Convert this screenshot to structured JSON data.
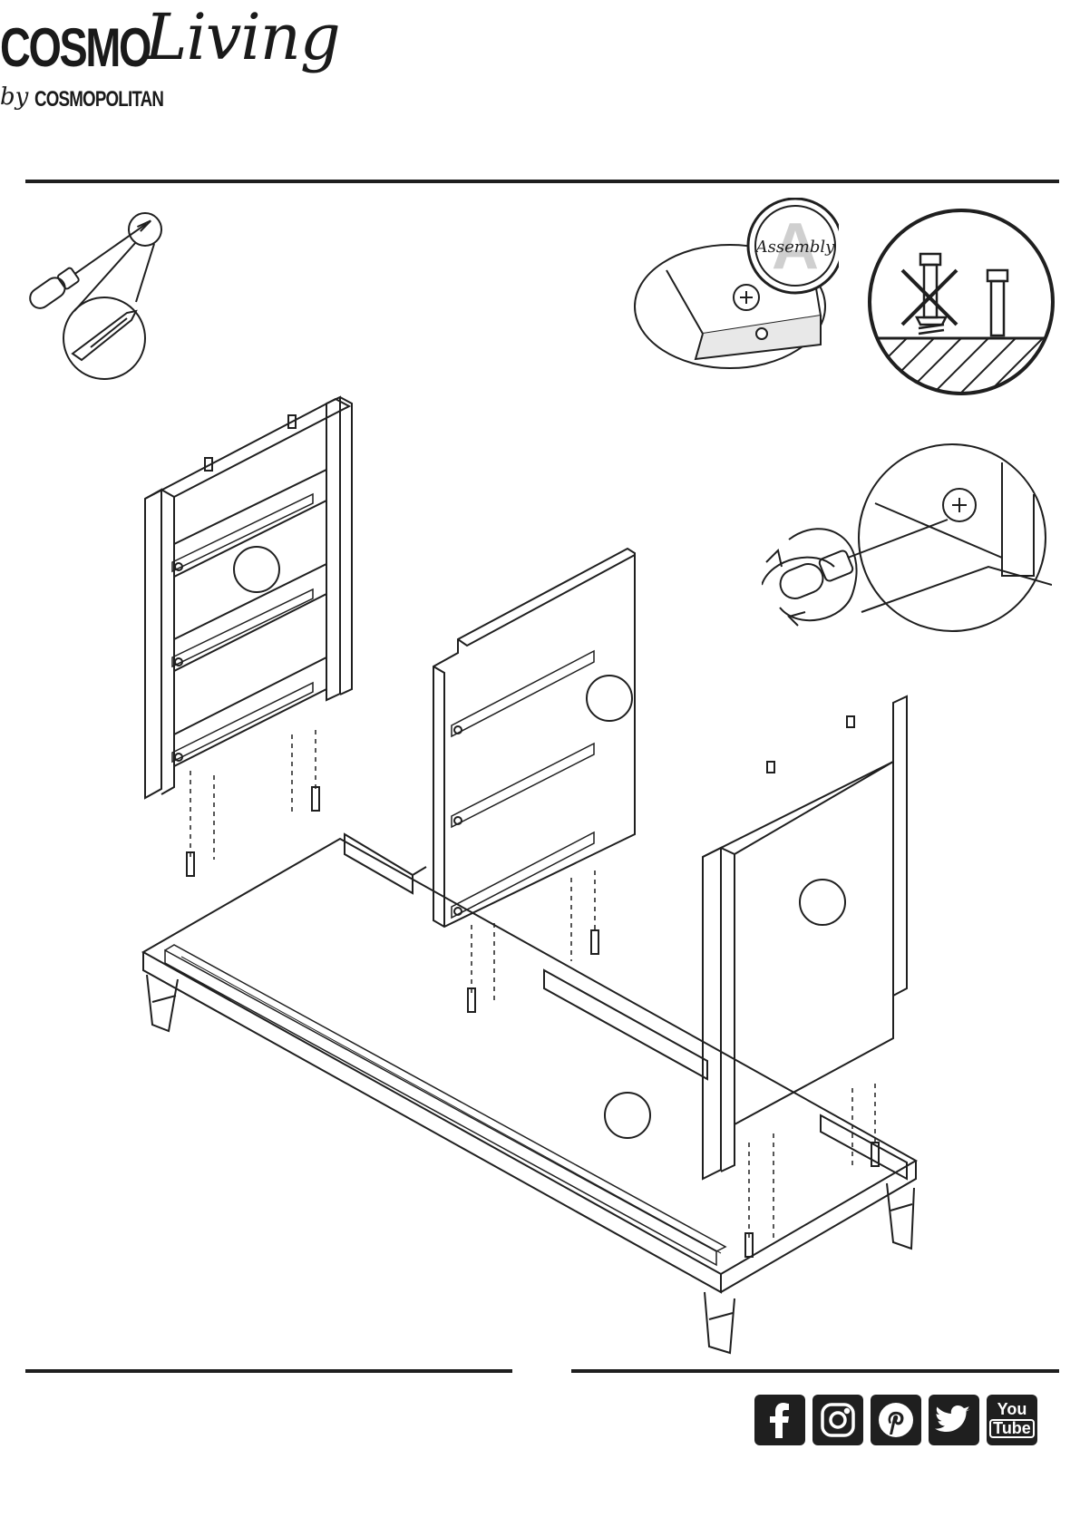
{
  "brand": {
    "name_main": "COSMO",
    "name_script": "Living",
    "by": "by",
    "publisher": "COSMOPOLITAN"
  },
  "stamp": {
    "text": "Assembly",
    "letter": "A"
  },
  "icons": {
    "tool": "phillips-screwdriver-icon",
    "hole": "pre-drilled-hole-icon",
    "warning": "do-not-overtighten-icon",
    "rotate": "rotate-screwdriver-icon"
  },
  "social": [
    {
      "name": "facebook-icon",
      "label": "f"
    },
    {
      "name": "instagram-icon",
      "label": ""
    },
    {
      "name": "pinterest-icon",
      "label": "p"
    },
    {
      "name": "twitter-icon",
      "label": ""
    },
    {
      "name": "youtube-icon",
      "label_top": "You",
      "label_bottom": "Tube"
    }
  ],
  "colors": {
    "ink": "#1f1f1f",
    "paper": "#ffffff",
    "shade": "#9a9a9a"
  }
}
